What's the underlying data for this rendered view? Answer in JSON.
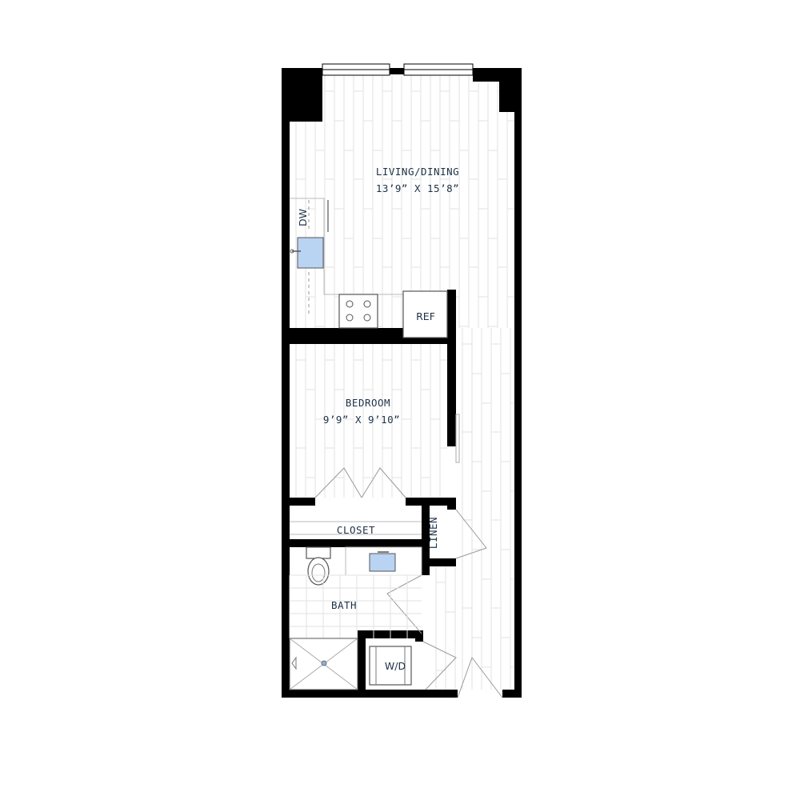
{
  "colors": {
    "wall": "#000000",
    "floor_line": "#e2e2e2",
    "text": "#1d3147",
    "sink_water": "#b9d3f2"
  },
  "rooms": {
    "living": {
      "name": "LIVING/DINING",
      "dims": "13’9” X 15’8”"
    },
    "bedroom": {
      "name": "BEDROOM",
      "dims": "9’9” X 9’10”"
    },
    "closet": {
      "name": "CLOSET"
    },
    "linen": {
      "name": "LINEN"
    },
    "bath": {
      "name": "BATH"
    }
  },
  "appliances": {
    "dishwasher": "DW",
    "refrigerator": "REF",
    "washer_dryer": "W/D"
  },
  "icons": [
    "sink-icon",
    "cooktop-icon",
    "toilet-icon",
    "shower-drain-icon",
    "window-icon",
    "door-swing-icon"
  ]
}
